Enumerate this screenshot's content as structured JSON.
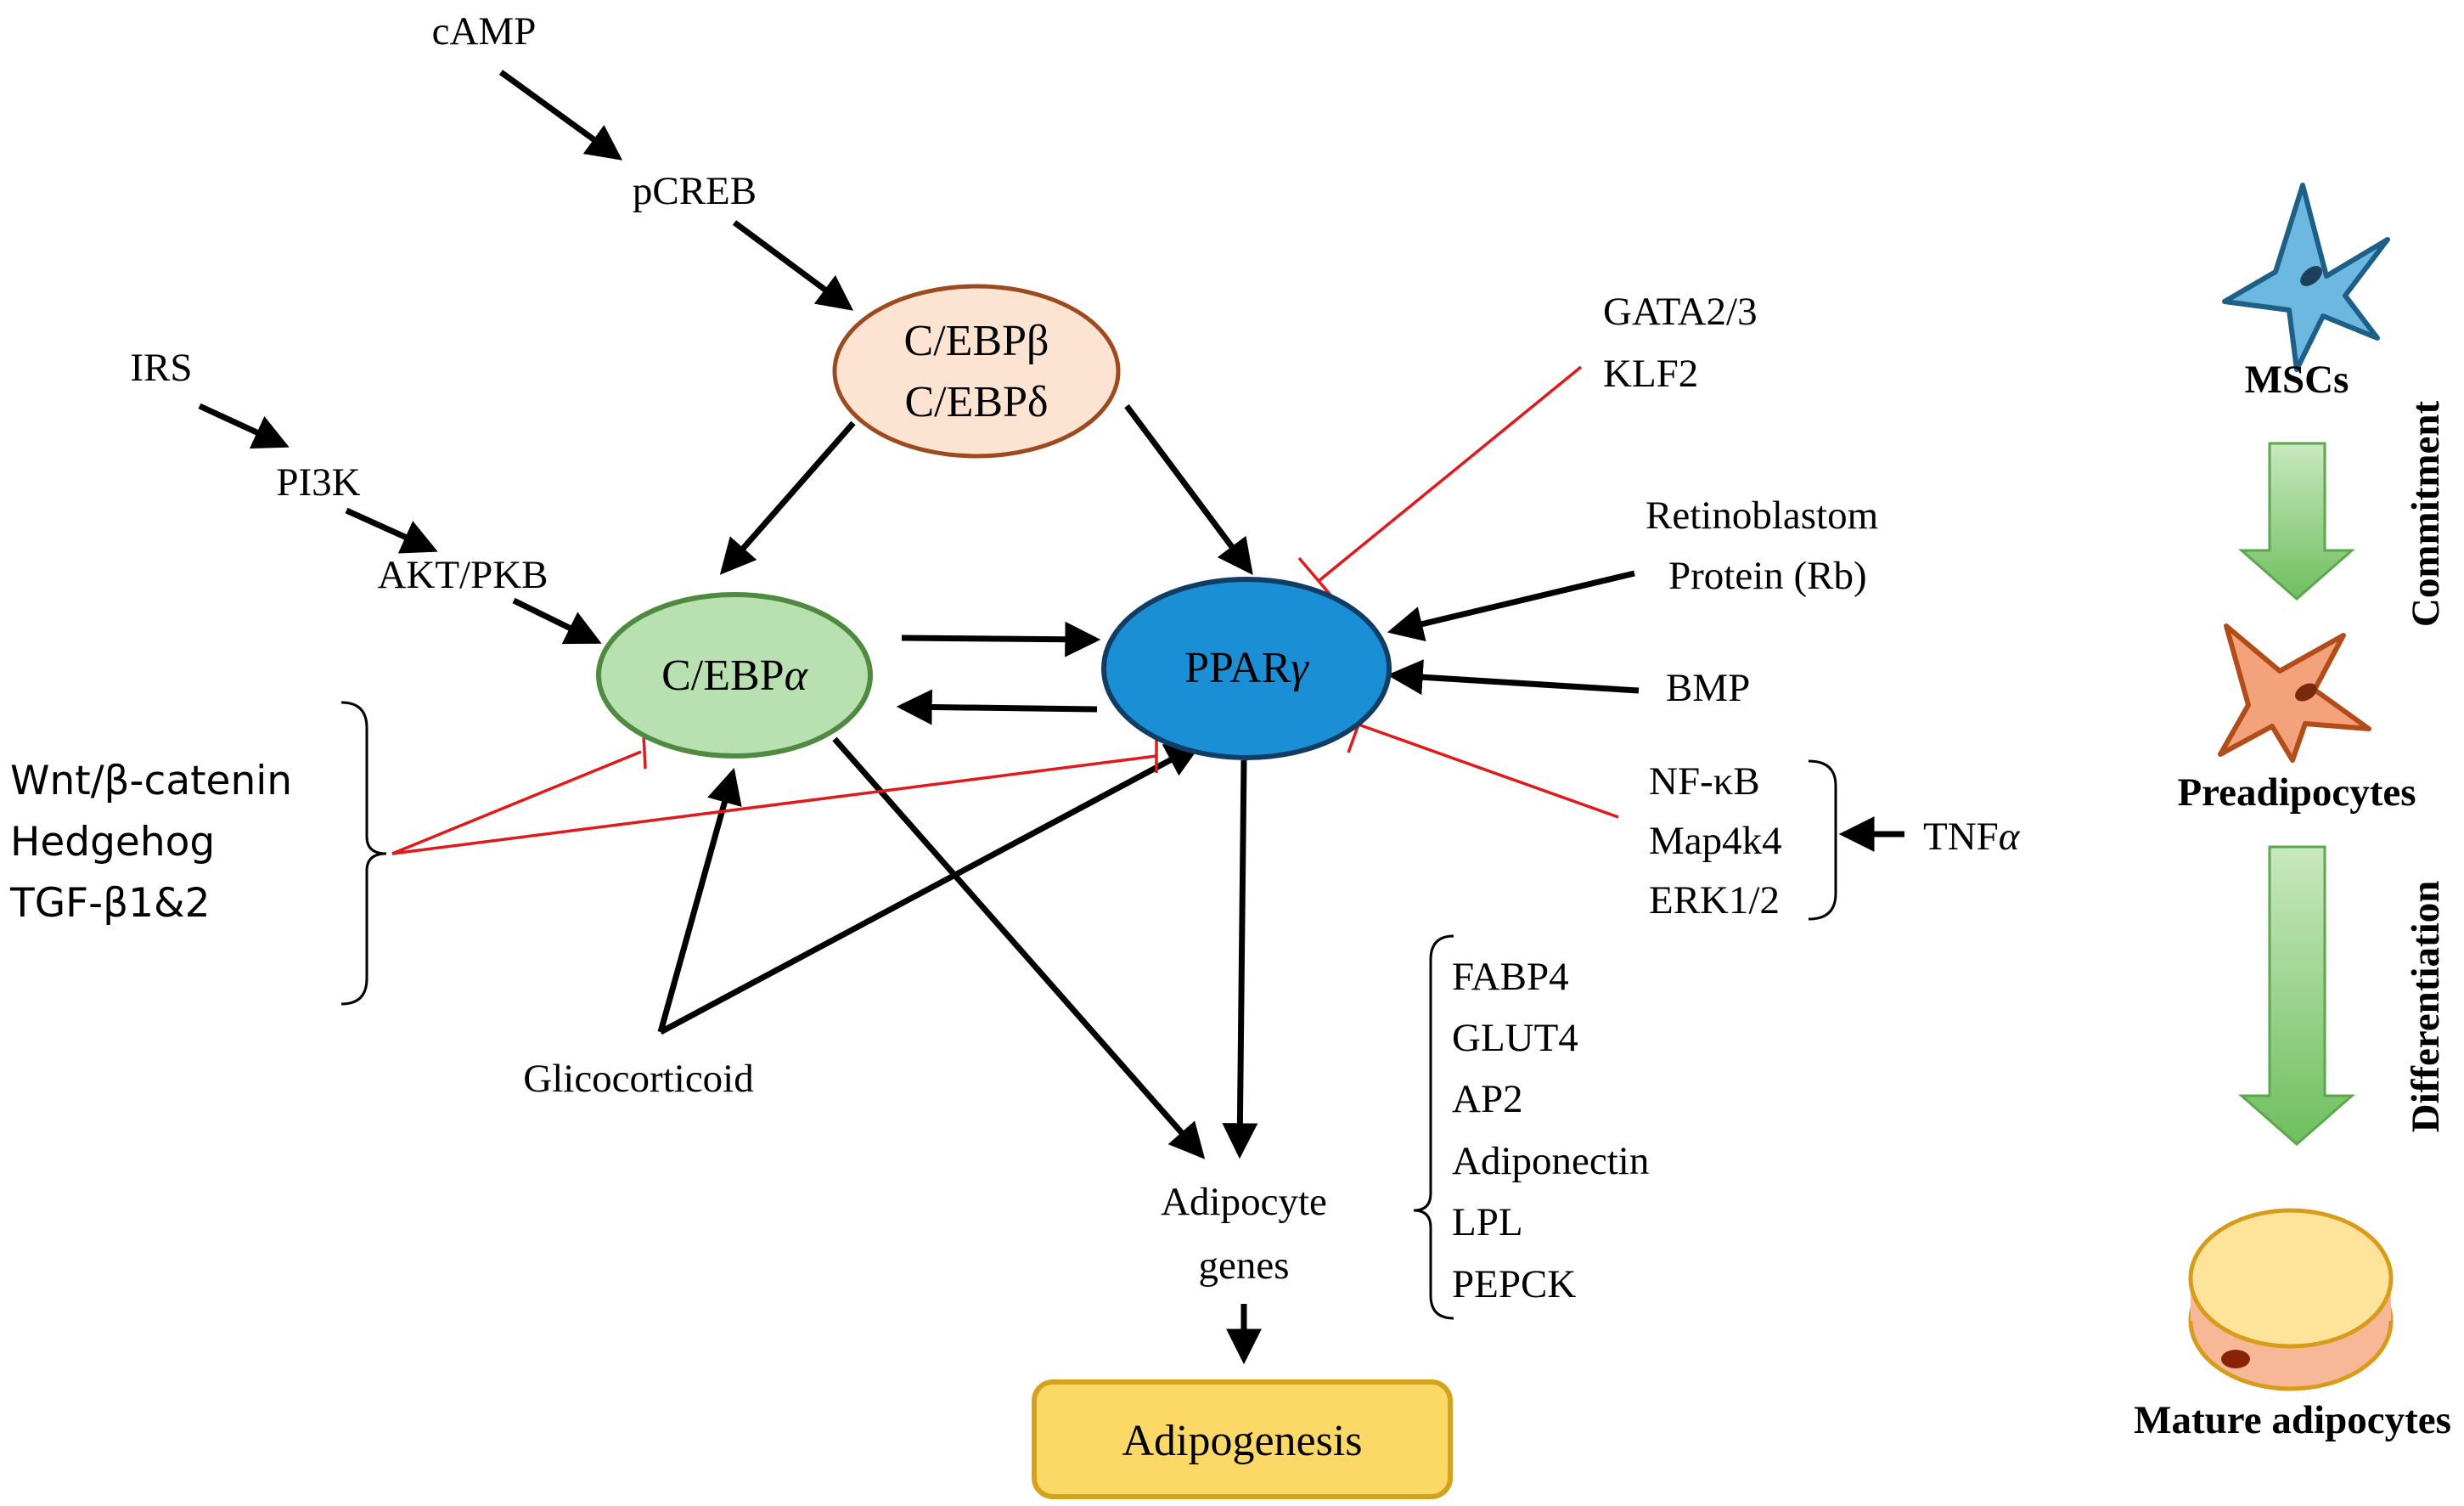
{
  "labels": {
    "camp": "cAMP",
    "pcreb": "pCREB",
    "irs": "IRS",
    "pi3k": "PI3K",
    "akt": "AKT/PKB",
    "gata": "GATA2/3",
    "klf2": "KLF2",
    "rb_line1": "Retinoblastom",
    "rb_line2": "Protein (Rb)",
    "bmp": "BMP",
    "nfkb": "NF-κB",
    "map4k4": "Map4k4",
    "erk": "ERK1/2",
    "tnfa": "TNF",
    "tnfa_greek": "α",
    "glico": "Glicocorticoid",
    "adipo_genes_line1": "Adipocyte",
    "adipo_genes_line2": "genes"
  },
  "nodes": {
    "cebpb_line1": "C/EBPβ",
    "cebpb_line2": "C/EBPδ",
    "cebpa_prefix": "C/EBP",
    "cebpa_greek": "α",
    "ppar_prefix": "PPAR",
    "ppar_greek": "γ",
    "adipogenesis": "Adipogenesis"
  },
  "inhibitors": [
    "Wnt/β-catenin",
    "Hedgehog",
    "TGF-β1&2"
  ],
  "genes": [
    "FABP4",
    "GLUT4",
    "AP2",
    "Adiponectin",
    "LPL",
    "PEPCK"
  ],
  "side_panel": {
    "msc": "MSCs",
    "preadipocytes": "Preadipocytes",
    "mature": "Mature adipocytes",
    "commitment": "Commitment",
    "differentiation": "Differentiation"
  },
  "colors": {
    "cebpb_fill": "#fde3d2",
    "cebpb_stroke": "#9c4a1e",
    "cebpa_fill": "#b9e0b1",
    "cebpa_stroke": "#4e8a3f",
    "ppar_fill": "#1a8fd6",
    "ppar_stroke": "#0f3d63",
    "adipogenesis_fill": "#fcd866",
    "adipogenesis_stroke": "#d4a21c",
    "inhibition": "#e0191b",
    "msc_fill": "#6cb8e0",
    "msc_stroke": "#1d5f86",
    "pre_fill": "#f4a27b",
    "pre_stroke": "#b24d19",
    "mature_fill": "#fde49a",
    "mature_stroke": "#d89c1a",
    "green_arrow": "#86c97a"
  }
}
